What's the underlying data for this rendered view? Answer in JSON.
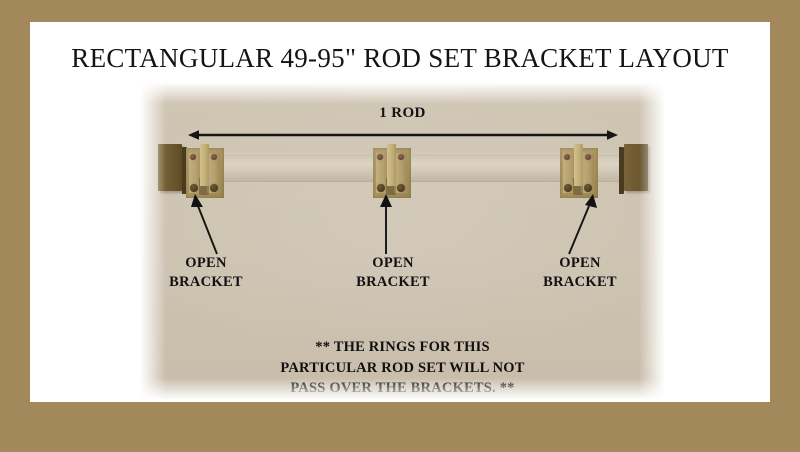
{
  "page": {
    "frame_color": "#a3885c",
    "card_color": "#ffffff",
    "photo_bg_color": "#ccc2b0"
  },
  "title": "RECTANGULAR 49-95\" ROD SET BRACKET LAYOUT",
  "diagram": {
    "dimension_label": "1 ROD",
    "dimension_arrow_style": "double-headed",
    "rod": {
      "color": "#d5ccbc",
      "description": "single horizontal curtain rod"
    },
    "finials": [
      {
        "position": "left",
        "color": "#6e5930"
      },
      {
        "position": "right",
        "color": "#6e5930"
      }
    ],
    "brackets": [
      {
        "position": "left",
        "caption_line1": "OPEN",
        "caption_line2": "BRACKET",
        "color": "#a8945f"
      },
      {
        "position": "center",
        "caption_line1": "OPEN",
        "caption_line2": "BRACKET",
        "color": "#a8945f"
      },
      {
        "position": "right",
        "caption_line1": "OPEN",
        "caption_line2": "BRACKET",
        "color": "#a8945f"
      }
    ],
    "pointer_arrows": [
      {
        "target": "left-bracket",
        "direction": "up-left"
      },
      {
        "target": "center-bracket",
        "direction": "up"
      },
      {
        "target": "right-bracket",
        "direction": "up-right"
      }
    ]
  },
  "footnote": {
    "line1": "** THE RINGS FOR THIS",
    "line2": "PARTICULAR ROD SET WILL NOT",
    "line3": "PASS OVER THE BRACKETS. **"
  }
}
